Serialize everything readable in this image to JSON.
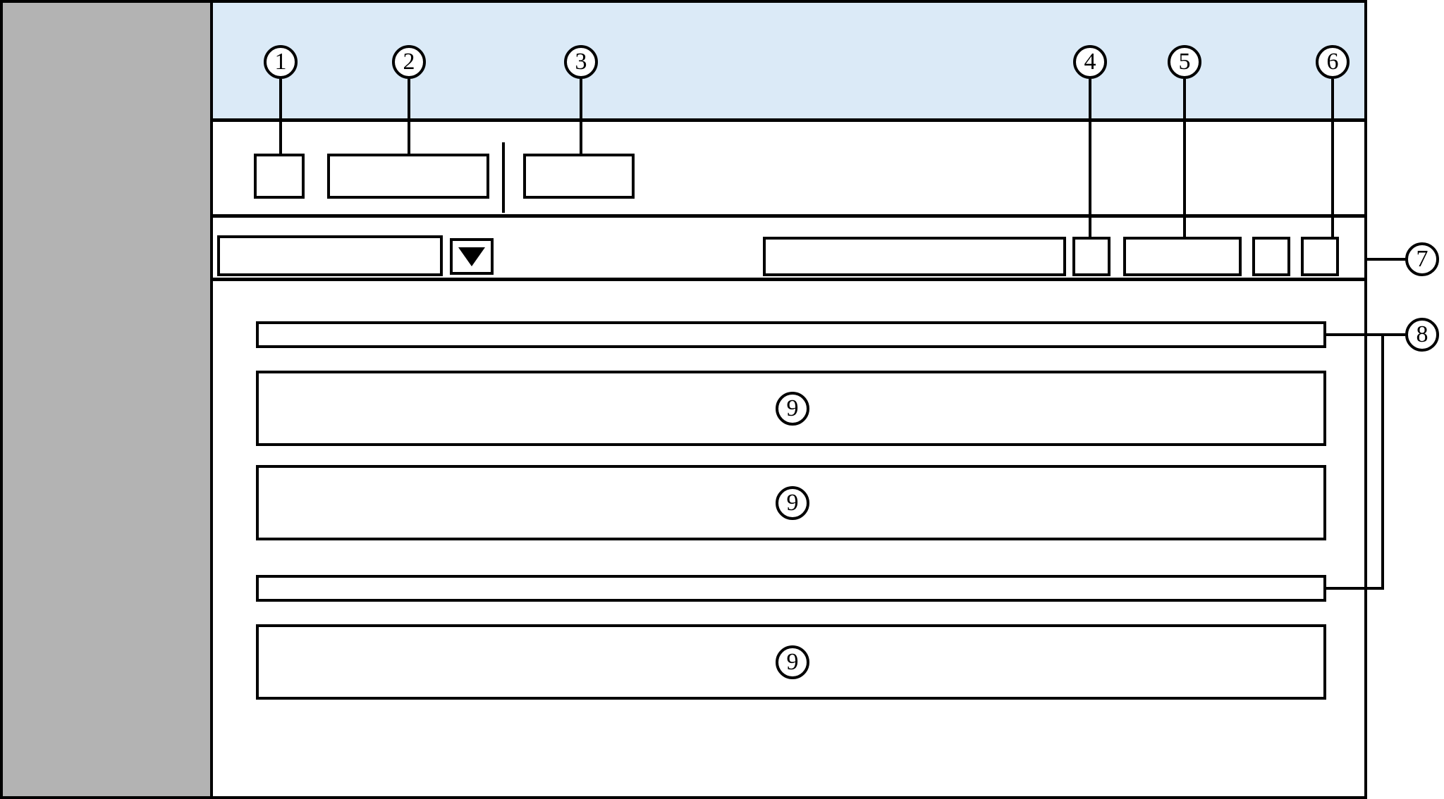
{
  "diagram": {
    "title": "Application window wireframe with numbered callouts",
    "colors": {
      "header_band": "#dbeaf7",
      "sidebar": "#b3b3b3",
      "outline": "#000000",
      "fill": "#ffffff"
    }
  },
  "callouts": [
    {
      "id": "1",
      "label": "1",
      "target": "menubar-icon-button"
    },
    {
      "id": "2",
      "label": "2",
      "target": "menubar-primary-button"
    },
    {
      "id": "3",
      "label": "3",
      "target": "menubar-secondary-button"
    },
    {
      "id": "4",
      "label": "4",
      "target": "toolbar-icon-button-1"
    },
    {
      "id": "5",
      "label": "5",
      "target": "toolbar-wide-button"
    },
    {
      "id": "6",
      "label": "6",
      "target": "toolbar-icon-button-3"
    },
    {
      "id": "7",
      "label": "7",
      "target": "toolbar-row"
    },
    {
      "id": "8",
      "label": "8",
      "target": "group-header-rows"
    },
    {
      "id": "9",
      "label": "9",
      "target": "content-panel-1"
    },
    {
      "id": "9",
      "label": "9",
      "target": "content-panel-2"
    },
    {
      "id": "9",
      "label": "9",
      "target": "content-panel-3"
    }
  ],
  "regions": {
    "sidebar": {
      "name": "navigation-sidebar"
    },
    "header_band": {
      "name": "callout-header-band"
    },
    "menubar": {
      "name": "menu-bar"
    },
    "toolbar": {
      "name": "toolbar"
    },
    "content": {
      "name": "content-area"
    }
  },
  "menubar": {
    "icon_button": "",
    "primary_button": "",
    "separator": "",
    "secondary_button": ""
  },
  "toolbar": {
    "search_field_value": "",
    "dropdown_caret": "caret-down-icon",
    "wide_field_value": "",
    "icon_button_1": "",
    "wide_button": "",
    "icon_button_2": "",
    "icon_button_3": ""
  },
  "content": {
    "rows": [
      {
        "type": "group-header",
        "label": ""
      },
      {
        "type": "panel",
        "label": "9"
      },
      {
        "type": "panel",
        "label": "9"
      },
      {
        "type": "group-header",
        "label": ""
      },
      {
        "type": "panel",
        "label": "9"
      }
    ]
  }
}
